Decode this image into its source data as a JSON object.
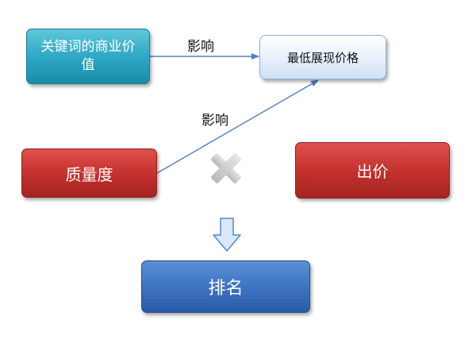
{
  "nodes": {
    "keyword_value": "关键词的商业价值",
    "min_display_price": "最低展现价格",
    "quality_score": "质量度",
    "bid": "出价",
    "ranking": "排名"
  },
  "edges": {
    "influence_label_1": "影响",
    "influence_label_2": "影响"
  },
  "colors": {
    "teal": "#2ca6c2",
    "light_blue": "#e9f1fb",
    "red": "#c2302d",
    "blue": "#3b72c0",
    "arrow": "#4f81bd",
    "multiply_sign": "#c8c8c8",
    "down_arrow_fill": "#dbe8f8"
  },
  "icons": {
    "multiply": "multiply-icon",
    "down_arrow": "down-arrow-icon"
  }
}
